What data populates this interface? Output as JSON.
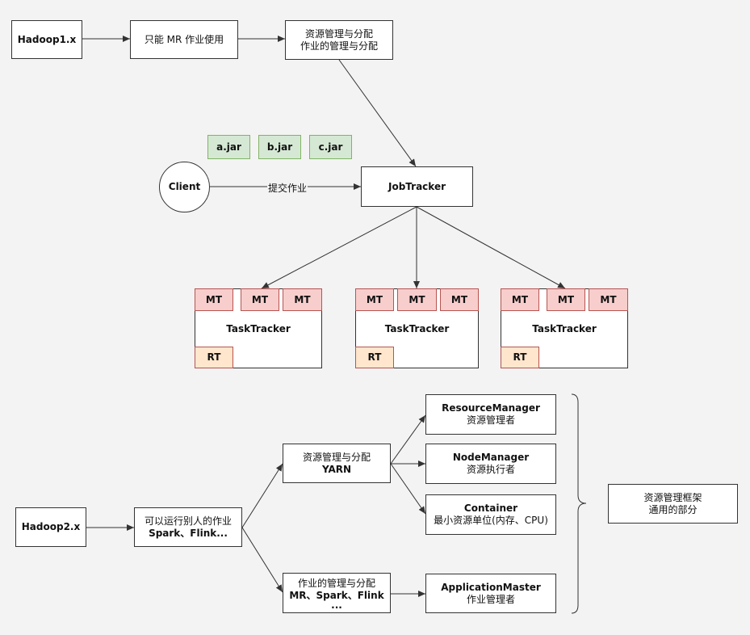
{
  "colors": {
    "background": "#f3f3f3",
    "jar_fill": "#d5e8d4",
    "jar_border": "#82b366",
    "map_task_fill": "#f8cecc",
    "reduce_task_fill": "#ffe6cc",
    "task_border": "#b85450",
    "stroke": "#333333"
  },
  "hadoop1": {
    "version": "Hadoop1.x",
    "limitation": "只能 MR 作业使用",
    "responsibility_line1": "资源管理与分配",
    "responsibility_line2": "作业的管理与分配",
    "jars": [
      "a.jar",
      "b.jar",
      "c.jar"
    ],
    "client": "Client",
    "submit_label": "提交作业",
    "jobtracker": "JobTracker",
    "tasktracker_label": "TaskTracker",
    "map_task": "MT",
    "reduce_task": "RT"
  },
  "hadoop2": {
    "version": "Hadoop2.x",
    "capability_line1": "可以运行别人的作业",
    "capability_line2": "Spark、Flink...",
    "yarn_line1": "资源管理与分配",
    "yarn_line2": "YARN",
    "job_mgmt_line1": "作业的管理与分配",
    "job_mgmt_line2": "MR、Spark、Flink",
    "job_mgmt_line3": "...",
    "resource_manager_name": "ResourceManager",
    "resource_manager_desc": "资源管理者",
    "node_manager_name": "NodeManager",
    "node_manager_desc": "资源执行者",
    "container_name": "Container",
    "container_desc": "最小资源单位(内存、CPU)",
    "app_master_name": "ApplicationMaster",
    "app_master_desc": "作业管理者",
    "framework_line1": "资源管理框架",
    "framework_line2": "通用的部分"
  }
}
